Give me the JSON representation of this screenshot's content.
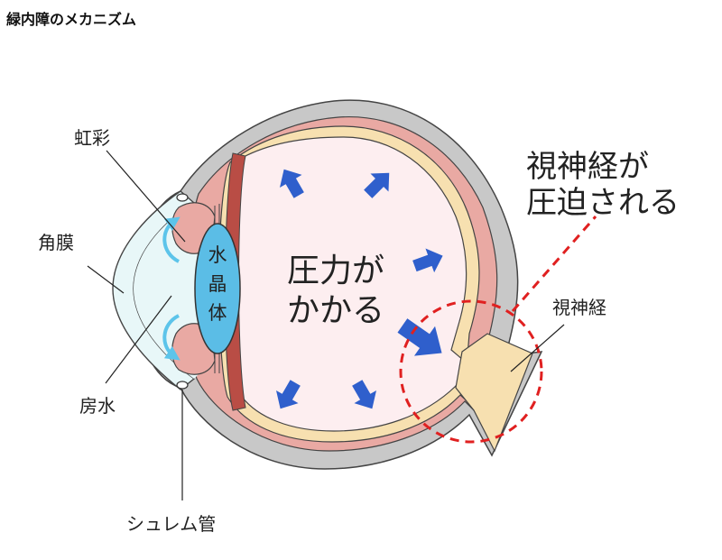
{
  "title": "緑内障のメカニズム",
  "labels": {
    "iris": "虹彩",
    "cornea": "角膜",
    "aqueous_humor": "房水",
    "schlemm_canal": "シュレム管",
    "lens": [
      "水",
      "晶",
      "体"
    ],
    "optic_nerve": "視神経"
  },
  "pressure_text": [
    "圧力が",
    "かかる"
  ],
  "callout_text": [
    "視神経が",
    "圧迫される"
  ],
  "colors": {
    "sclera": "#c8c8c8",
    "choroid": "#e9a9a3",
    "retina": "#f7e0b0",
    "vitreous": "#fdeef0",
    "cornea": "#e8f7f8",
    "lens": "#5bbde6",
    "arrow": "#2f5fcc",
    "flow_arrow": "#5cc4ea",
    "callout": "#e02020"
  }
}
